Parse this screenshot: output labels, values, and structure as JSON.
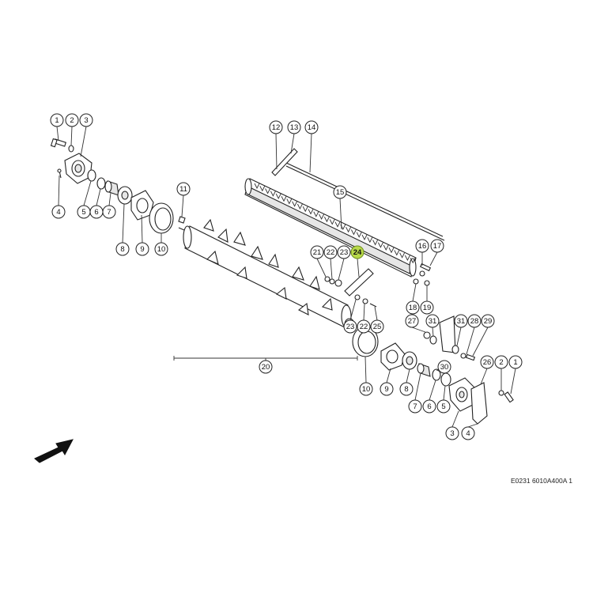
{
  "drawing_code": "E0231 6010A400A 1",
  "highlight_color": "#b8d94a",
  "highlighted_callout": "24",
  "direction_arrow": "arrow-icon",
  "callouts": [
    {
      "id": "c-1-left",
      "label": "1"
    },
    {
      "id": "c-2-left",
      "label": "2"
    },
    {
      "id": "c-3-left",
      "label": "3"
    },
    {
      "id": "c-4-left",
      "label": "4"
    },
    {
      "id": "c-5-left",
      "label": "5"
    },
    {
      "id": "c-6-left",
      "label": "6"
    },
    {
      "id": "c-7-left",
      "label": "7"
    },
    {
      "id": "c-8-left",
      "label": "8"
    },
    {
      "id": "c-9-left",
      "label": "9"
    },
    {
      "id": "c-10-left",
      "label": "10"
    },
    {
      "id": "c-11",
      "label": "11"
    },
    {
      "id": "c-12",
      "label": "12"
    },
    {
      "id": "c-13",
      "label": "13"
    },
    {
      "id": "c-14",
      "label": "14"
    },
    {
      "id": "c-15",
      "label": "15"
    },
    {
      "id": "c-16",
      "label": "16"
    },
    {
      "id": "c-17",
      "label": "17"
    },
    {
      "id": "c-18",
      "label": "18"
    },
    {
      "id": "c-19",
      "label": "19"
    },
    {
      "id": "c-20",
      "label": "20"
    },
    {
      "id": "c-21",
      "label": "21"
    },
    {
      "id": "c-22-top",
      "label": "22"
    },
    {
      "id": "c-23-top",
      "label": "23"
    },
    {
      "id": "c-24",
      "label": "24"
    },
    {
      "id": "c-23-low",
      "label": "23"
    },
    {
      "id": "c-22-low",
      "label": "22"
    },
    {
      "id": "c-25",
      "label": "25"
    },
    {
      "id": "c-27",
      "label": "27"
    },
    {
      "id": "c-31-a",
      "label": "31"
    },
    {
      "id": "c-31-b",
      "label": "31"
    },
    {
      "id": "c-28",
      "label": "28"
    },
    {
      "id": "c-29",
      "label": "29"
    },
    {
      "id": "c-30",
      "label": "30"
    },
    {
      "id": "c-26",
      "label": "26"
    },
    {
      "id": "c-2-right",
      "label": "2"
    },
    {
      "id": "c-1-right",
      "label": "1"
    },
    {
      "id": "c-10-right",
      "label": "10"
    },
    {
      "id": "c-9-right",
      "label": "9"
    },
    {
      "id": "c-8-right",
      "label": "8"
    },
    {
      "id": "c-7-right",
      "label": "7"
    },
    {
      "id": "c-6-right",
      "label": "6"
    },
    {
      "id": "c-5-right",
      "label": "5"
    },
    {
      "id": "c-3-right",
      "label": "3"
    },
    {
      "id": "c-4-right",
      "label": "4"
    }
  ]
}
